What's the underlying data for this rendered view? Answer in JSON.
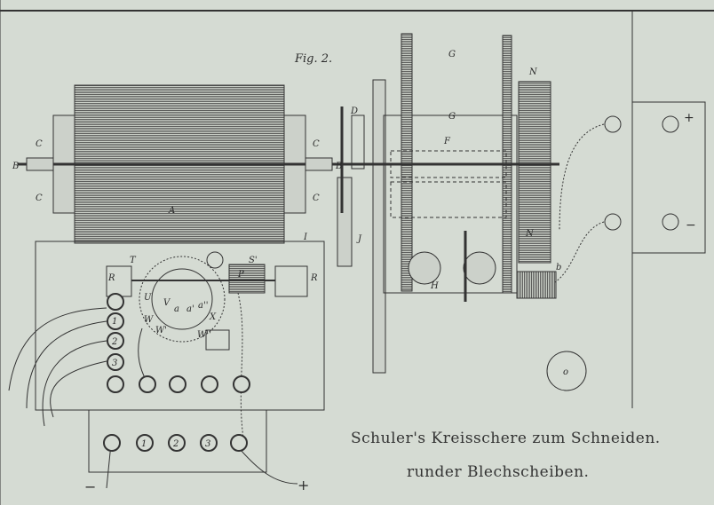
{
  "figure": {
    "title": "Fig. 2.",
    "caption_line1": "Schuler's Kreisschere zum Schneiden.",
    "caption_line2": "runder Blechscheiben."
  },
  "labels": {
    "A": "A",
    "B": "B",
    "C": "C",
    "D": "D",
    "F": "F",
    "G": "G",
    "N": "N",
    "J": "J",
    "I": "I",
    "H": "H",
    "b": "b",
    "o": "o",
    "T": "T",
    "S": "S'",
    "P": "P",
    "R": "R",
    "U": "U",
    "V": "V",
    "a": "a",
    "a1": "a'",
    "a2": "a''",
    "W": "W",
    "W1": "W'",
    "W2": "W''",
    "X": "X"
  },
  "terminals": {
    "left": [
      "1",
      "2",
      "3"
    ],
    "bottom": [
      "1",
      "2",
      "3"
    ],
    "plus": "+",
    "minus": "−"
  },
  "colors": {
    "paper": "#d5dbd3",
    "ink": "#2a2a2a"
  }
}
